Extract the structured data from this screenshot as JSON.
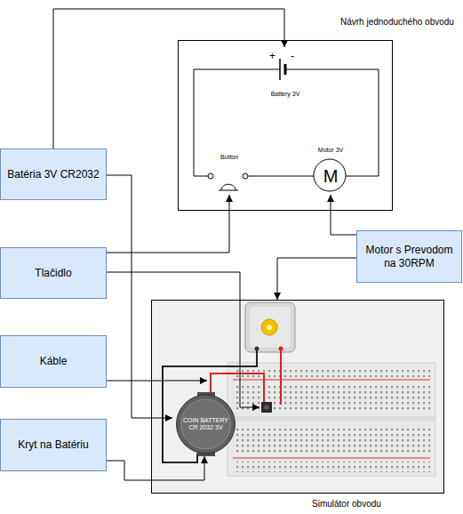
{
  "diagram": {
    "nodes": [
      {
        "text": [
          "Návrh jednoduchého obvodu"
        ]
      },
      {
        "text": [
          "+",
          "-",
          "Battery 3V"
        ],
        "in": 0
      },
      {
        "text": [
          "Button"
        ],
        "in": 0
      },
      {
        "text": [
          "Motor 3V",
          "M"
        ],
        "in": 0
      },
      {
        "text": [
          "Batéria 3V CR2032"
        ]
      },
      {
        "text": [
          "Tlačidlo"
        ]
      },
      {
        "text": [
          "Motor s Prevodom na 30RPM"
        ]
      },
      {
        "text": [
          "Káble"
        ]
      },
      {
        "text": [
          "Simulátor obvodu"
        ]
      },
      {
        "text": [
          "COIN BATTERY CR 2032 3V"
        ],
        "in": 8
      },
      {
        "text": [
          "Kryt na Batériu"
        ]
      }
    ],
    "edges": [
      {
        "from": 4,
        "to": 1,
        "arrow": "to"
      },
      {
        "from": 5,
        "to": 2,
        "arrow": "to"
      },
      {
        "from": 6,
        "to": 3,
        "arrow": "to"
      },
      {
        "from": 4,
        "to": 9,
        "arrow": "to"
      },
      {
        "from": 10,
        "to": 9,
        "arrow": "to"
      }
    ]
  }
}
